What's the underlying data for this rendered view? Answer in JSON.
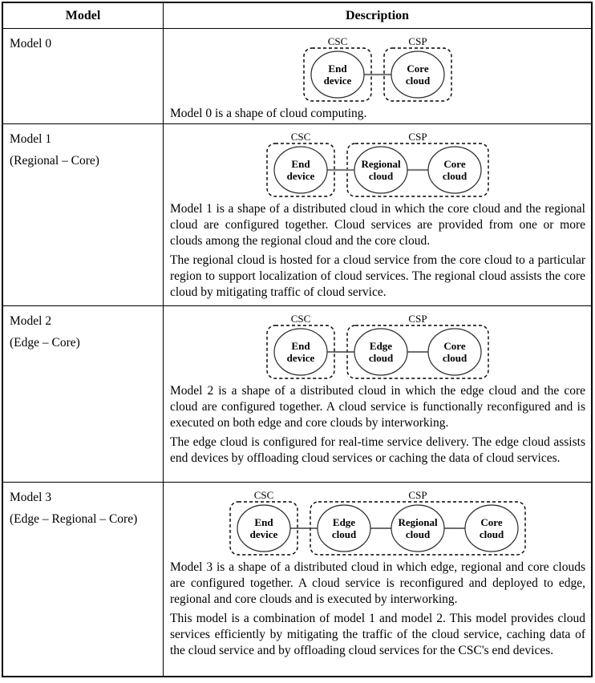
{
  "table": {
    "headers": {
      "model": "Model",
      "description": "Description"
    },
    "rows": [
      {
        "model_lines": [
          "Model 0"
        ],
        "diagram": {
          "link": "thick",
          "groups": [
            {
              "label": "CSC",
              "nodes": [
                [
                  "End",
                  "device"
                ]
              ]
            },
            {
              "label": "CSP",
              "nodes": [
                [
                  "Core",
                  "cloud"
                ]
              ]
            }
          ]
        },
        "paragraphs": [
          "Model 0 is a shape of cloud computing."
        ]
      },
      {
        "model_lines": [
          "Model 1",
          "(Regional – Core)"
        ],
        "diagram": {
          "link": "thick",
          "groups": [
            {
              "label": "CSC",
              "nodes": [
                [
                  "End",
                  "device"
                ]
              ]
            },
            {
              "label": "CSP",
              "nodes": [
                [
                  "Regional",
                  "cloud"
                ],
                [
                  "Core",
                  "cloud"
                ]
              ]
            }
          ]
        },
        "paragraphs": [
          "Model 1 is a shape of a distributed cloud in which the core cloud and the regional cloud are configured together. Cloud services are provided from one or more clouds among the regional cloud and the core cloud.",
          "The regional cloud is hosted for a cloud service from the core cloud to a particular region to support localization of cloud services. The regional cloud assists the core cloud by mitigating traffic of cloud service."
        ]
      },
      {
        "model_lines": [
          "Model 2",
          "(Edge – Core)"
        ],
        "diagram": {
          "link": "thin",
          "groups": [
            {
              "label": "CSC",
              "nodes": [
                [
                  "End",
                  "device"
                ]
              ]
            },
            {
              "label": "CSP",
              "nodes": [
                [
                  "Edge",
                  "cloud"
                ],
                [
                  "Core",
                  "cloud"
                ]
              ]
            }
          ]
        },
        "paragraphs": [
          "Model 2 is a shape of a distributed cloud in which the edge cloud and the core cloud are configured together. A cloud service is functionally reconfigured and is executed on both edge and core clouds by interworking.",
          "The edge cloud is configured for real-time service delivery. The edge cloud assists end devices by offloading cloud services or caching the data of cloud services."
        ]
      },
      {
        "model_lines": [
          "Model 3",
          "(Edge – Regional – Core)"
        ],
        "diagram": {
          "link": "thin",
          "groups": [
            {
              "label": "CSC",
              "nodes": [
                [
                  "End",
                  "device"
                ]
              ]
            },
            {
              "label": "CSP",
              "nodes": [
                [
                  "Edge",
                  "cloud"
                ],
                [
                  "Regional",
                  "cloud"
                ],
                [
                  "Core",
                  "cloud"
                ]
              ]
            }
          ]
        },
        "paragraphs": [
          "Model 3 is a shape of a distributed cloud in which edge, regional and core clouds are configured together. A cloud service is reconfigured and deployed to edge, regional and core clouds and is executed by interworking.",
          "This model is a combination of model 1 and model 2. This model provides cloud services efficiently by mitigating the traffic of the cloud service, caching data of the cloud service and by offloading cloud services for the CSC's end devices."
        ]
      }
    ]
  },
  "colors": {
    "border": "#000000",
    "text": "#000000",
    "background": "#ffffff",
    "connector_thick": "#7d7d7d",
    "connector_thin": "#3f3f3f"
  }
}
